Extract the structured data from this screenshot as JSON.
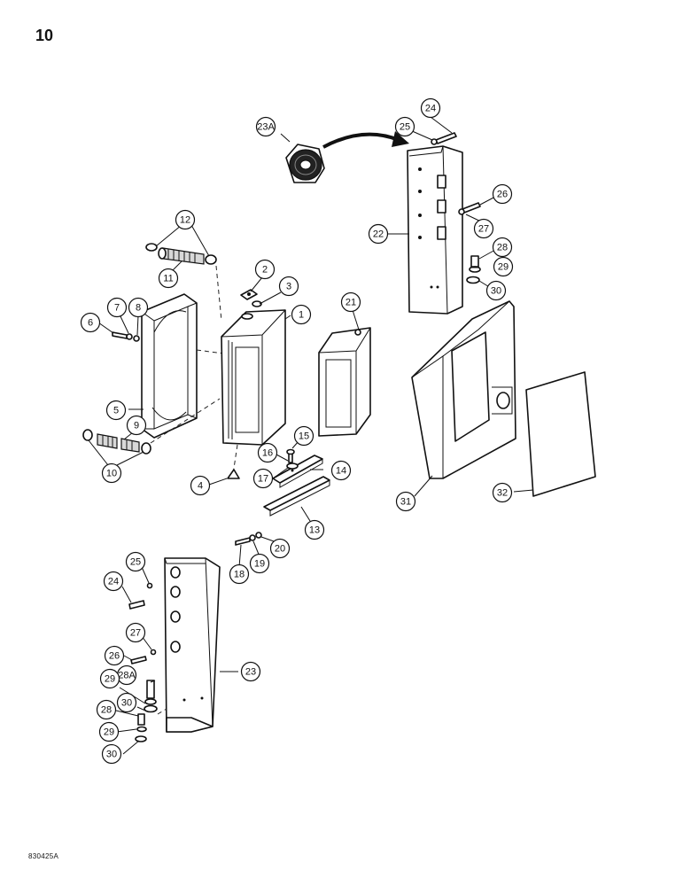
{
  "page": {
    "number": "10",
    "figure_code": "830425A"
  },
  "callouts": [
    {
      "id": "c1",
      "label": "1"
    },
    {
      "id": "c2",
      "label": "2"
    },
    {
      "id": "c3",
      "label": "3"
    },
    {
      "id": "c4",
      "label": "4"
    },
    {
      "id": "c5",
      "label": "5"
    },
    {
      "id": "c6",
      "label": "6"
    },
    {
      "id": "c7",
      "label": "7"
    },
    {
      "id": "c8",
      "label": "8"
    },
    {
      "id": "c9",
      "label": "9"
    },
    {
      "id": "c10",
      "label": "10"
    },
    {
      "id": "c11",
      "label": "11"
    },
    {
      "id": "c12",
      "label": "12"
    },
    {
      "id": "c13",
      "label": "13"
    },
    {
      "id": "c14",
      "label": "14"
    },
    {
      "id": "c15",
      "label": "15"
    },
    {
      "id": "c16",
      "label": "16"
    },
    {
      "id": "c17",
      "label": "17"
    },
    {
      "id": "c18",
      "label": "18"
    },
    {
      "id": "c19",
      "label": "19"
    },
    {
      "id": "c20",
      "label": "20"
    },
    {
      "id": "c21",
      "label": "21"
    },
    {
      "id": "c22",
      "label": "22"
    },
    {
      "id": "c23",
      "label": "23"
    },
    {
      "id": "c23A",
      "label": "23A"
    },
    {
      "id": "c24a",
      "label": "24"
    },
    {
      "id": "c25a",
      "label": "25"
    },
    {
      "id": "c26a",
      "label": "26"
    },
    {
      "id": "c27a",
      "label": "27"
    },
    {
      "id": "c28a",
      "label": "28"
    },
    {
      "id": "c29a",
      "label": "29"
    },
    {
      "id": "c30a",
      "label": "30"
    },
    {
      "id": "c24b",
      "label": "24"
    },
    {
      "id": "c25b",
      "label": "25"
    },
    {
      "id": "c26b",
      "label": "26"
    },
    {
      "id": "c27b",
      "label": "27"
    },
    {
      "id": "c28A",
      "label": "28A"
    },
    {
      "id": "c29b",
      "label": "29"
    },
    {
      "id": "c30b",
      "label": "30"
    },
    {
      "id": "c28b",
      "label": "28"
    },
    {
      "id": "c29c",
      "label": "29"
    },
    {
      "id": "c30c",
      "label": "30"
    },
    {
      "id": "c31",
      "label": "31"
    },
    {
      "id": "c32",
      "label": "32"
    }
  ]
}
